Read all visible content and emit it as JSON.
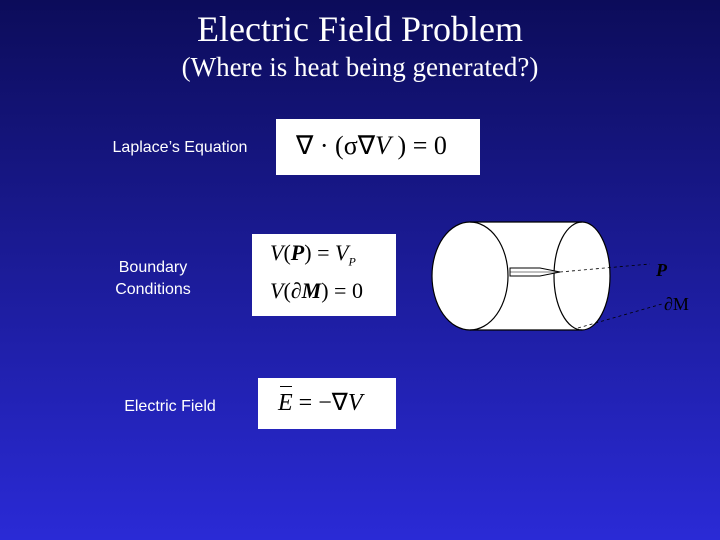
{
  "title": "Electric Field Problem",
  "subtitle": "(Where is heat being generated?)",
  "laplace": {
    "label": "Laplace’s Equation",
    "eq_left": "∇ · (",
    "eq_sigma": "σ",
    "eq_nabla": "∇",
    "eq_v": "V",
    "eq_close": ")",
    "eq_equals": "= 0"
  },
  "boundary": {
    "label_line1": "Boundary",
    "label_line2": "Conditions",
    "eq1_v": "V",
    "eq1_open": "(",
    "eq1_p": "P",
    "eq1_close": ")",
    "eq1_equals": "=",
    "eq1_vp": "V",
    "eq1_sub": "P",
    "eq2_v": "V",
    "eq2_open": "(",
    "eq2_partial": "∂",
    "eq2_m": "M",
    "eq2_close": ")",
    "eq2_equals": "= 0"
  },
  "field": {
    "label": "Electric Field",
    "eq_e": "E",
    "eq_equals": "=",
    "eq_minus_nabla": "−∇",
    "eq_v": "V"
  },
  "diagram": {
    "label_p": "P",
    "label_dm": "∂M"
  }
}
